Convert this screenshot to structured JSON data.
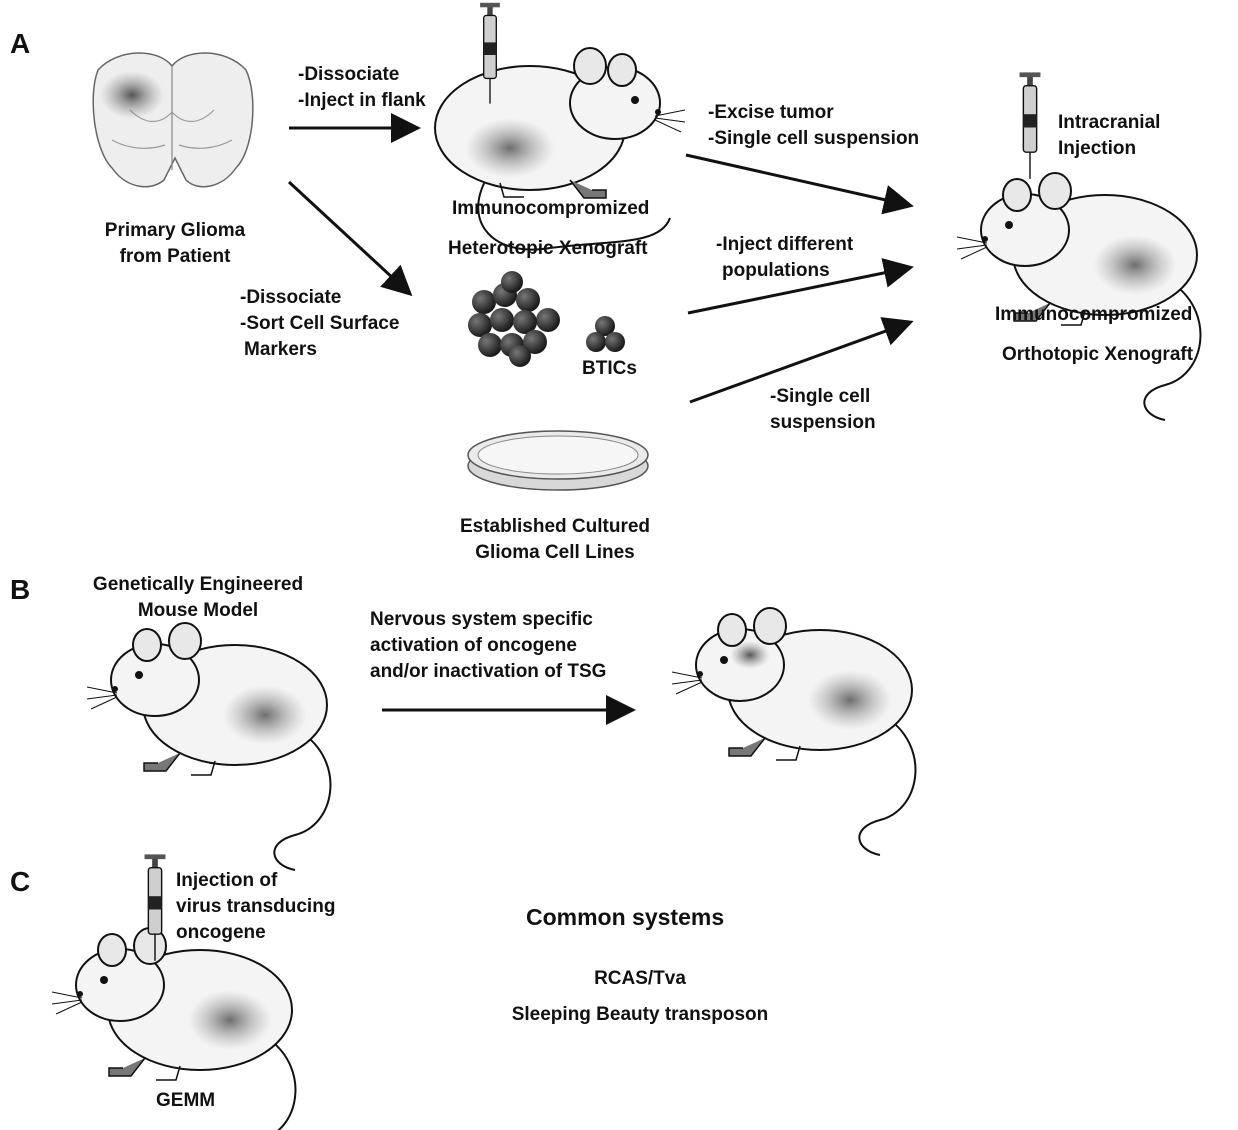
{
  "panels": {
    "a": "A",
    "b": "B",
    "c": "C"
  },
  "panel_a": {
    "primary_glioma": [
      "Primary Glioma",
      "from Patient"
    ],
    "step_flank": [
      "-Dissociate",
      "-Inject in flank"
    ],
    "step_sort": [
      "-Dissociate",
      "-Sort Cell Surface",
      "Markers"
    ],
    "heterotopic": [
      "Immunocompromized",
      "Heterotopic Xenograft"
    ],
    "btics": "BTICs",
    "cell_lines": [
      "Established Cultured",
      "Glioma Cell Lines"
    ],
    "step_excise": [
      "-Excise tumor",
      "-Single cell suspension"
    ],
    "step_populations": [
      "-Inject different",
      "populations"
    ],
    "step_single": [
      "-Single cell",
      "suspension"
    ],
    "intracranial": [
      "Intracranial",
      "Injection"
    ],
    "orthotopic": [
      "Immunocompromized",
      "Orthotopic Xenograft"
    ]
  },
  "panel_b": {
    "gemm_title": [
      "Genetically Engineered",
      "Mouse Model"
    ],
    "activation": [
      "Nervous system specific",
      "activation of oncogene",
      "and/or inactivation of TSG"
    ]
  },
  "panel_c": {
    "injection": [
      "Injection of",
      "virus transducing",
      "oncogene"
    ],
    "gemm": "GEMM",
    "common_systems": "Common systems",
    "systems": [
      "RCAS/Tva",
      "Sleeping Beauty transposon"
    ]
  },
  "colors": {
    "ink": "#111111",
    "mouse_fill": "#f4f4f4",
    "tumor": "#6b6b6b",
    "cell": "#2a2a2a"
  }
}
